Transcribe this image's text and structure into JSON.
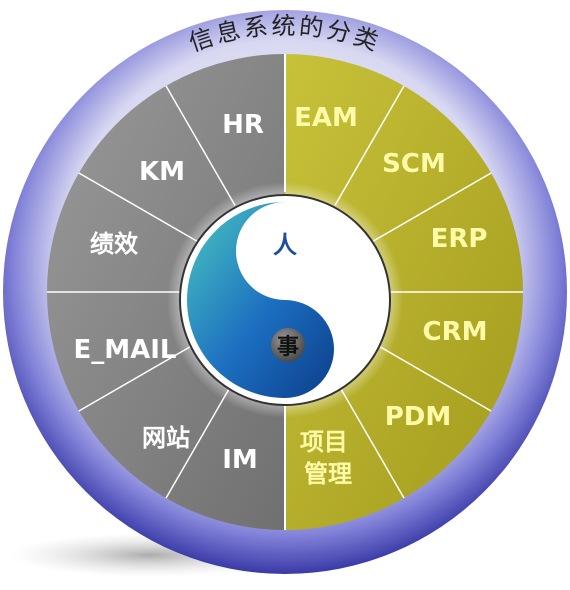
{
  "title": "信息系统的分类",
  "center": {
    "top_label": "人",
    "bottom_label": "事"
  },
  "left_segments": [
    {
      "id": "hr",
      "label": "HR"
    },
    {
      "id": "km",
      "label": "KM"
    },
    {
      "id": "jixiao",
      "label": "绩效"
    },
    {
      "id": "email",
      "label": "E_MAIL"
    },
    {
      "id": "wangzhan",
      "label": "网站"
    },
    {
      "id": "im",
      "label": "IM"
    }
  ],
  "right_segments": [
    {
      "id": "eam",
      "label": "EAM"
    },
    {
      "id": "scm",
      "label": "SCM"
    },
    {
      "id": "erp",
      "label": "ERP"
    },
    {
      "id": "crm",
      "label": "CRM"
    },
    {
      "id": "pdm",
      "label": "PDM"
    },
    {
      "id": "xiangmu",
      "label": "项目管理",
      "lines": [
        "项目",
        "管理"
      ]
    }
  ],
  "colors": {
    "left_fill": "#8a8a8a",
    "right_fill": "#b4ad28",
    "left_text": "#ffffff",
    "right_text": "#fffaa8",
    "outer_ring": "#5a5ac4",
    "divider": "#ffffff",
    "yin_yang_blue": "#1c78c4",
    "yin_yang_white": "#ffffff"
  }
}
